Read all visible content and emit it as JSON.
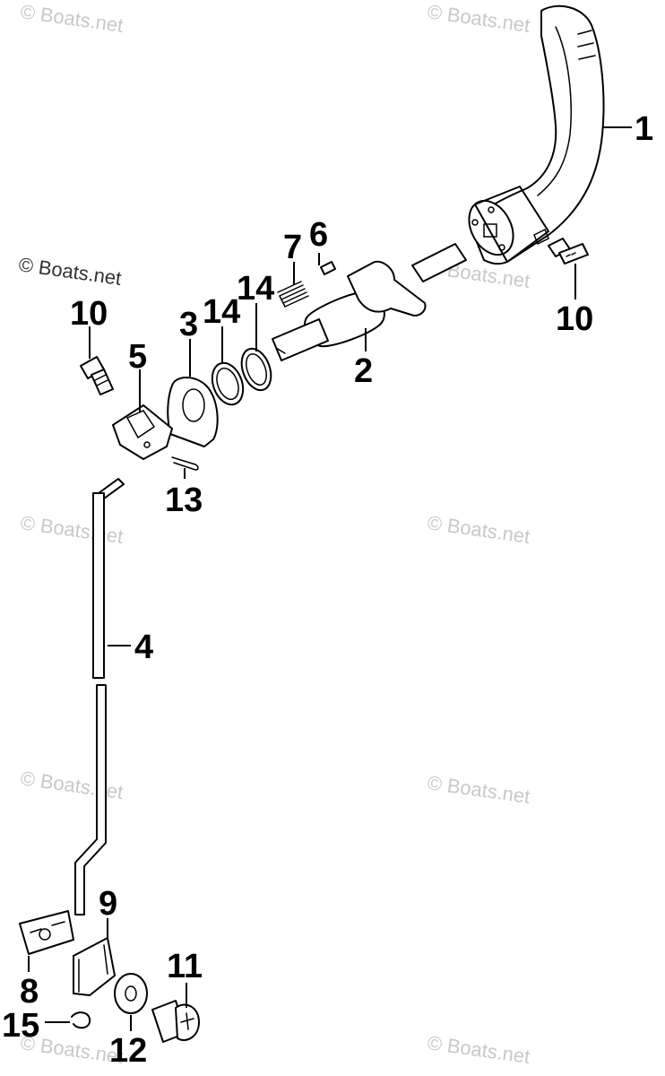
{
  "watermark": "© Boats.net",
  "watermark_strong": "© Boats.net",
  "callouts": {
    "p1": "1",
    "p2": "2",
    "p3": "3",
    "p4": "4",
    "p5": "5",
    "p6": "6",
    "p7": "7",
    "p8": "8",
    "p9": "9",
    "p10a": "10",
    "p10b": "10",
    "p11": "11",
    "p12": "12",
    "p13": "13",
    "p14a": "14",
    "p14b": "14",
    "p15": "15"
  }
}
